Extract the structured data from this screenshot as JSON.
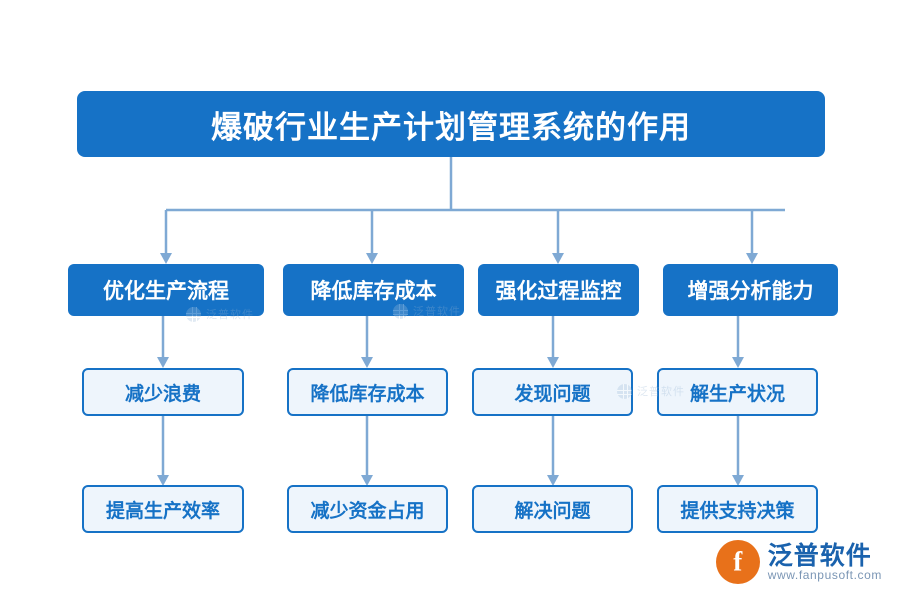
{
  "diagram": {
    "title": "爆破行业生产计划管理系统的作用",
    "branches": [
      {
        "level1": "优化生产流程",
        "level2": "减少浪费",
        "level3": "提高生产效率"
      },
      {
        "level1": "降低库存成本",
        "level2": "降低库存成本",
        "level3": "减少资金占用"
      },
      {
        "level1": "强化过程监控",
        "level2": "发现问题",
        "level3": "解决问题"
      },
      {
        "level1": "增强分析能力",
        "level2": "解生产状况",
        "level3": "提供支持决策"
      }
    ],
    "colors": {
      "primary": "#1672c6",
      "box_fill": "#eef5fc",
      "line": "#7fa9d4",
      "brand_orange": "#e8711a",
      "brand_blue": "#1a62ad"
    }
  },
  "watermarks": [
    {
      "text": "泛普软件"
    },
    {
      "text": "泛普软件"
    },
    {
      "text": "泛普软件"
    }
  ],
  "brand": {
    "mark": "f",
    "name_cn": "泛普软件",
    "name_en": "www.fanpusoft.com"
  }
}
